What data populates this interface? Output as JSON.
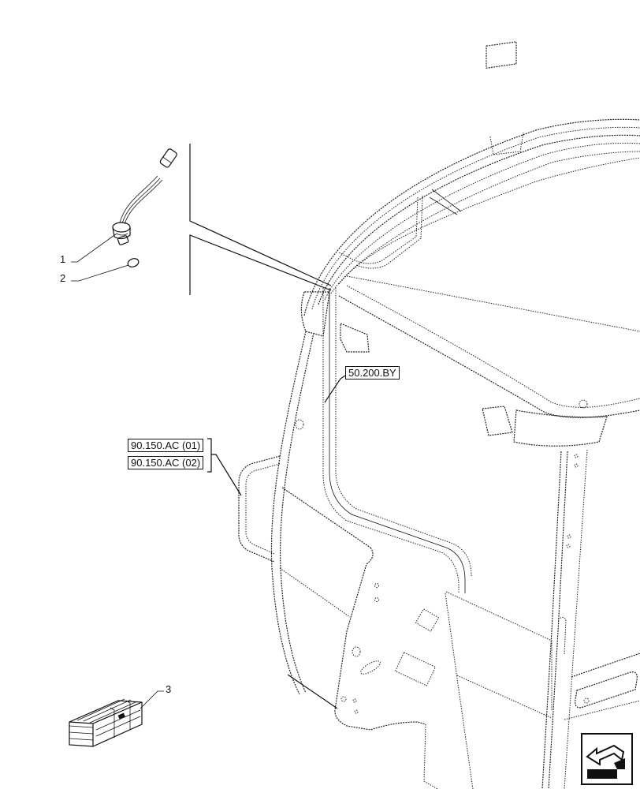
{
  "diagram": {
    "type": "exploded-parts-view",
    "subject": "cab roof and right-hand side (wiring switch assembly)",
    "line_color": "#111111",
    "background": "#ffffff"
  },
  "callouts": [
    {
      "id": "1",
      "label": "1",
      "part": "sensor/switch with wiring harness and connector"
    },
    {
      "id": "2",
      "label": "2",
      "part": "O-ring seal"
    },
    {
      "id": "3",
      "label": "3",
      "part": "kit (crate)"
    }
  ],
  "references": [
    {
      "id": "ref-50-200-by",
      "label": "50.200.BY"
    },
    {
      "id": "ref-90-150-ac-01",
      "label": "90.150.AC (01)"
    },
    {
      "id": "ref-90-150-ac-02",
      "label": "90.150.AC (02)"
    }
  ],
  "navigation": {
    "arrow_icon": "arrow-down-left-icon",
    "label": "previous-view"
  }
}
